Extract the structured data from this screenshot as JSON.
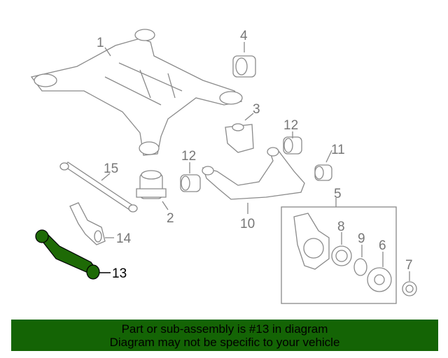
{
  "diagram": {
    "callouts": {
      "c1": "1",
      "c2": "2",
      "c3": "3",
      "c4": "4",
      "c5": "5",
      "c6": "6",
      "c7": "7",
      "c8": "8",
      "c9": "9",
      "c10": "10",
      "c11": "11",
      "c12a": "12",
      "c12b": "12",
      "c13": "13",
      "c14": "14",
      "c15": "15"
    },
    "highlight_color": "#1e6a06"
  },
  "banner": {
    "line1": "Part or sub-assembly is #13 in diagram",
    "line2": "Diagram may not be specific to your vehicle",
    "color": "#146405"
  }
}
